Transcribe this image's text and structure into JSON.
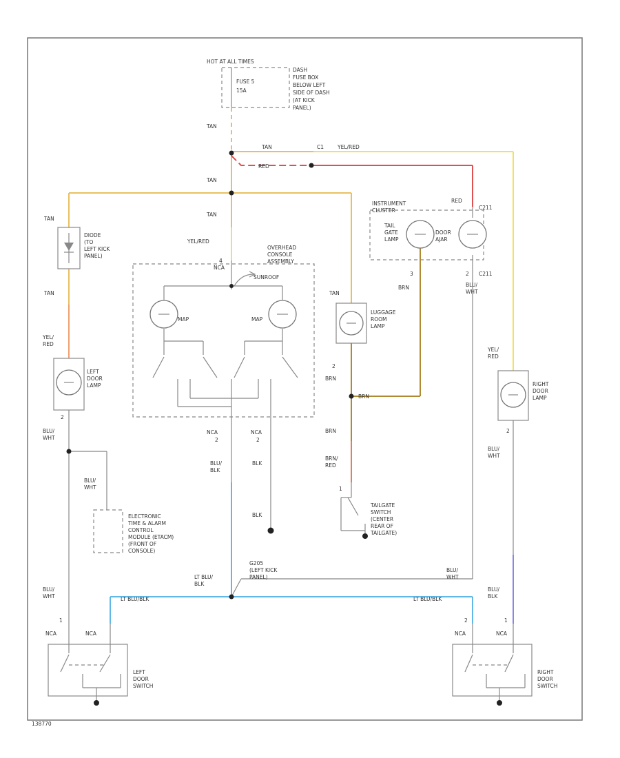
{
  "colors": {
    "tan": "#e8c060",
    "yel_red": "#f2e060",
    "red": "#e05050",
    "brn": "#b08a30",
    "brn_red": "#e08060",
    "lt_blu": "#60b8e8",
    "blu_wht": "#888888",
    "blu_blk": "#8888e0",
    "frame": "#777777"
  },
  "power": {
    "hot": "HOT AT ALL TIMES",
    "fuse": "FUSE 5",
    "amp": "15A",
    "location": [
      "DASH",
      "FUSE BOX",
      "BELOW LEFT",
      "SIDE OF DASH",
      "(AT KICK",
      "PANEL)"
    ]
  },
  "wires": {
    "tan": "TAN",
    "yel_red": "YEL/RED",
    "red": "RED",
    "brn": "BRN",
    "brn_red": [
      "BRN/",
      "RED"
    ],
    "blu_wht": [
      "BLU/",
      "WHT"
    ],
    "yel_red_stack": [
      "YEL/",
      "RED"
    ],
    "blu_blk": [
      "BLU/",
      "BLK"
    ],
    "lt_blu_blk": [
      "LT BLU/",
      "BLK"
    ],
    "lt_blu_blk_inline": "LT BLU/BLK",
    "blk": "BLK",
    "c1": "C1",
    "c211": "C211",
    "c211b": "C211",
    "nca": "NCA",
    "nca2": "NCA",
    "c2": "2",
    "c2b": "2"
  },
  "components": {
    "diode": [
      "DIODE",
      "(TO",
      "LEFT KICK",
      "PANEL)"
    ],
    "overhead": [
      "OVERHEAD",
      "CONSOLE",
      "ASSEMBLY"
    ],
    "sunroof": "SUNROOF",
    "map_left": "MAP",
    "map_right": "MAP",
    "cluster": [
      "INSTRUMENT",
      "CLUSTER"
    ],
    "tailgate_lamp": [
      "TAIL",
      "GATE",
      "LAMP"
    ],
    "door_ajar": [
      "DOOR",
      "AJAR"
    ],
    "luggage": [
      "LUGGAGE",
      "ROOM",
      "LAMP"
    ],
    "left_door_lamp": [
      "LEFT",
      "DOOR",
      "LAMP"
    ],
    "right_door_lamp": [
      "RIGHT",
      "DOOR",
      "LAMP"
    ],
    "etacm": [
      "ELECTRONIC",
      "TIME & ALARM",
      "CONTROL",
      "MODULE (ETACM)",
      "(FRONT OF",
      "CONSOLE)"
    ],
    "tailgate_switch": [
      "TAILGATE",
      "SWITCH",
      "(CENTER",
      "REAR OF",
      "TAILGATE)"
    ],
    "ground": [
      "G205",
      "(LEFT KICK",
      "PANEL)"
    ],
    "left_door_switch": [
      "LEFT",
      "DOOR",
      "SWITCH"
    ],
    "right_door_switch": [
      "RIGHT",
      "DOOR",
      "SWITCH"
    ],
    "nca": "NCA",
    "nca2": "NCA",
    "nca3": "NCA",
    "nca4": "NCA",
    "pin1": "1",
    "pin2": "2",
    "pin3": "3",
    "pin4": "4"
  },
  "footer": "138770"
}
